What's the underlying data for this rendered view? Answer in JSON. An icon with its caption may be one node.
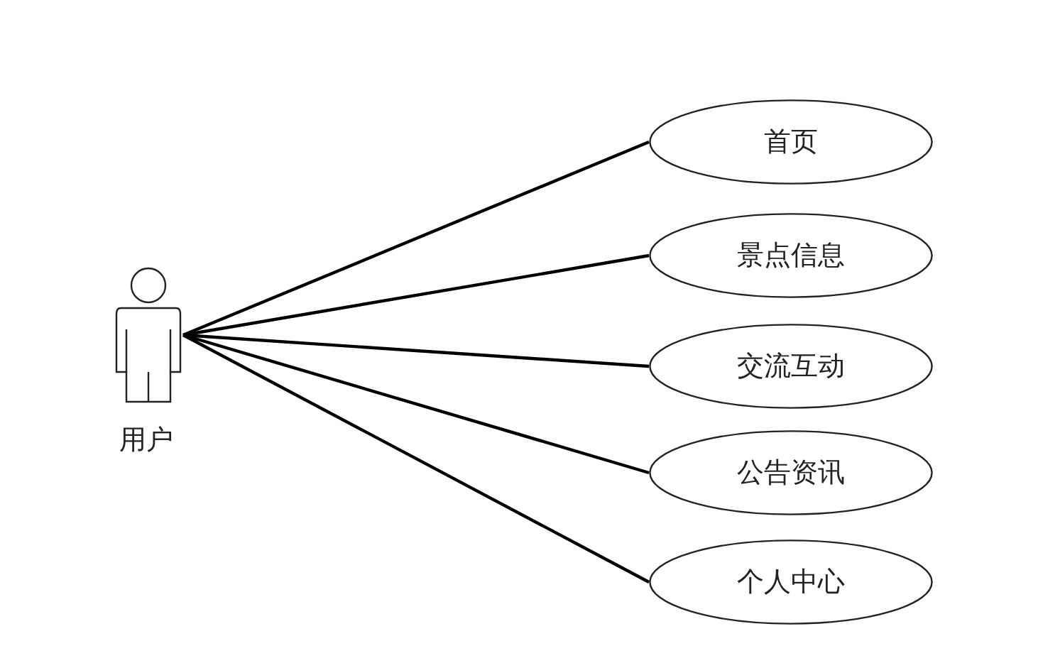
{
  "diagram": {
    "nodes": [
      {
        "text": [
          "用户"
        ]
      },
      {
        "text": [
          "首页"
        ]
      },
      {
        "text": [
          "景点信息"
        ]
      },
      {
        "text": [
          "交流互动"
        ]
      },
      {
        "text": [
          "公告资讯"
        ]
      },
      {
        "text": [
          "个人中心"
        ]
      }
    ],
    "edges": [
      {
        "from": 0,
        "to": 1,
        "arrow": "none"
      },
      {
        "from": 0,
        "to": 2,
        "arrow": "none"
      },
      {
        "from": 0,
        "to": 3,
        "arrow": "none"
      },
      {
        "from": 0,
        "to": 4,
        "arrow": "none"
      },
      {
        "from": 0,
        "to": 5,
        "arrow": "none"
      }
    ]
  }
}
